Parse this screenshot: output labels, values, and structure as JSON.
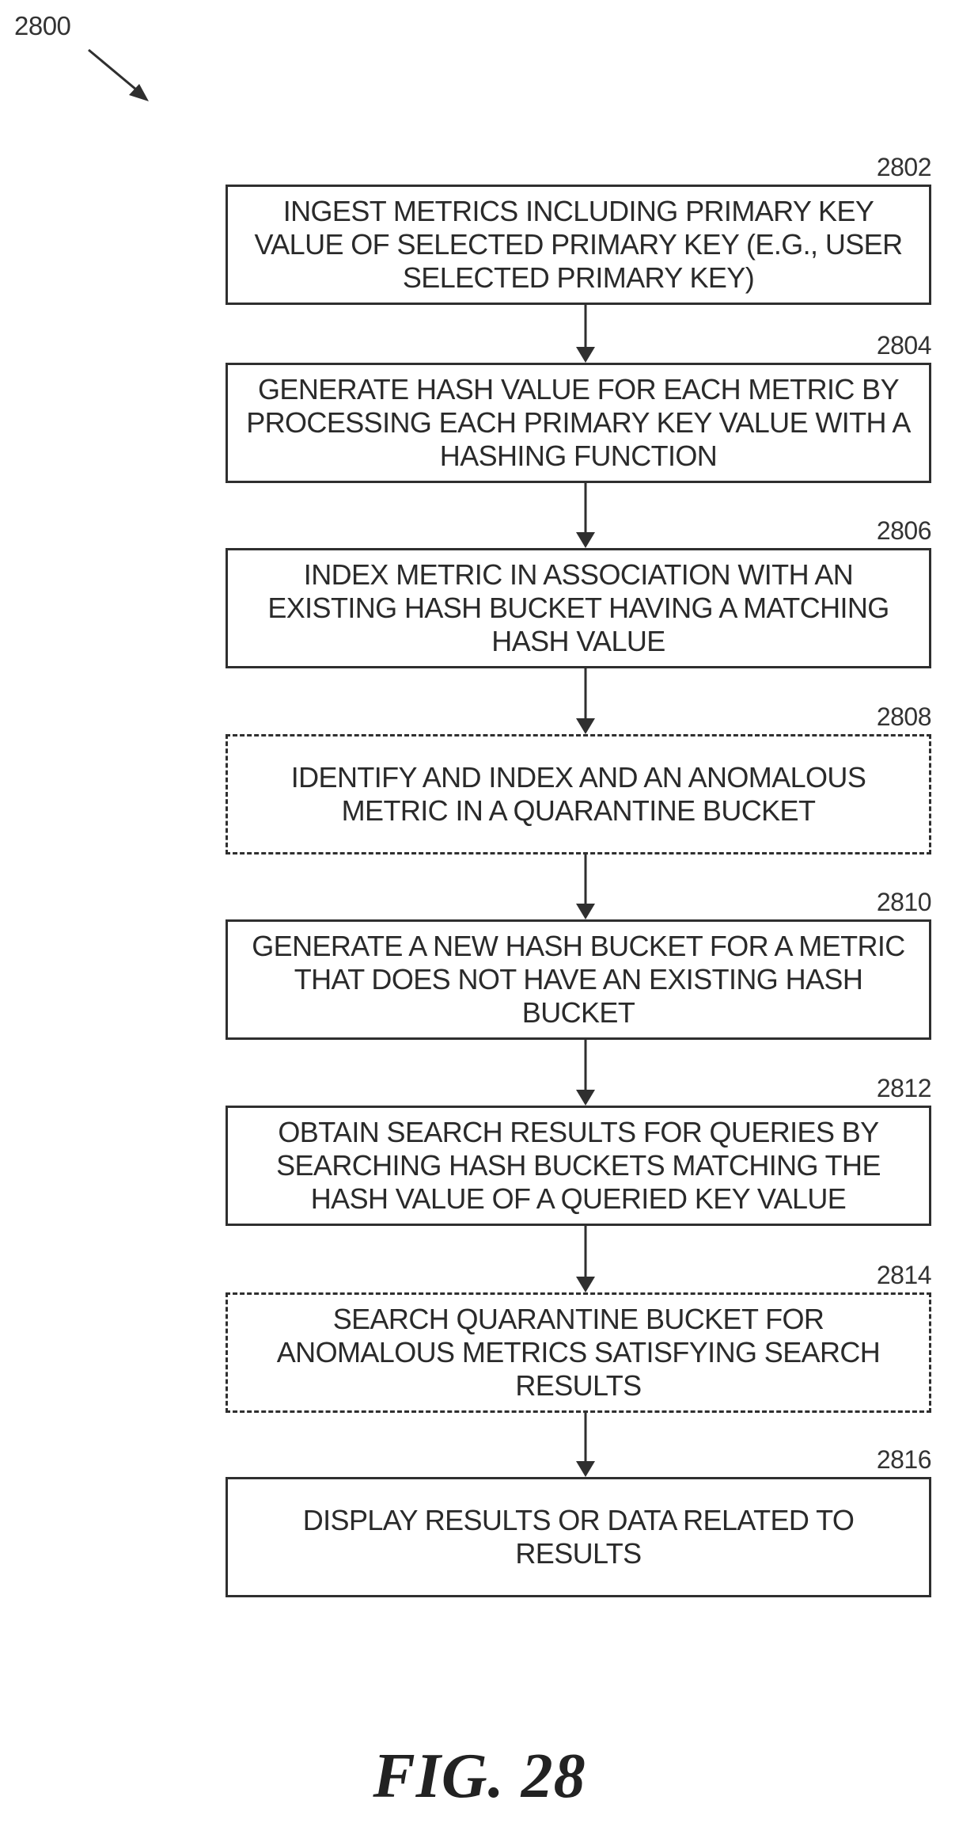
{
  "figure": {
    "ref": "2800",
    "caption": "FIG. 28"
  },
  "colors": {
    "stroke": "#2f2f2f",
    "text": "#2a2a2a",
    "background": "#ffffff"
  },
  "steps": [
    {
      "number": "2802",
      "text": "INGEST METRICS INCLUDING PRIMARY KEY VALUE OF SELECTED PRIMARY KEY (E.G., USER SELECTED PRIMARY KEY)",
      "optional": false
    },
    {
      "number": "2804",
      "text": "GENERATE HASH VALUE FOR EACH METRIC BY PROCESSING EACH PRIMARY KEY VALUE WITH A HASHING FUNCTION",
      "optional": false
    },
    {
      "number": "2806",
      "text": "INDEX METRIC IN ASSOCIATION WITH AN EXISTING HASH BUCKET HAVING A MATCHING HASH VALUE",
      "optional": false
    },
    {
      "number": "2808",
      "text": "IDENTIFY AND INDEX AND AN ANOMALOUS METRIC IN A QUARANTINE BUCKET",
      "optional": true
    },
    {
      "number": "2810",
      "text": "GENERATE A NEW HASH BUCKET FOR A METRIC THAT DOES NOT HAVE AN EXISTING HASH BUCKET",
      "optional": false
    },
    {
      "number": "2812",
      "text": "OBTAIN SEARCH RESULTS FOR QUERIES BY SEARCHING HASH BUCKETS MATCHING THE HASH VALUE OF A QUERIED KEY VALUE",
      "optional": false
    },
    {
      "number": "2814",
      "text": "SEARCH QUARANTINE BUCKET FOR ANOMALOUS METRICS SATISFYING SEARCH RESULTS",
      "optional": true
    },
    {
      "number": "2816",
      "text": "DISPLAY RESULTS OR DATA RELATED TO RESULTS",
      "optional": false
    }
  ]
}
